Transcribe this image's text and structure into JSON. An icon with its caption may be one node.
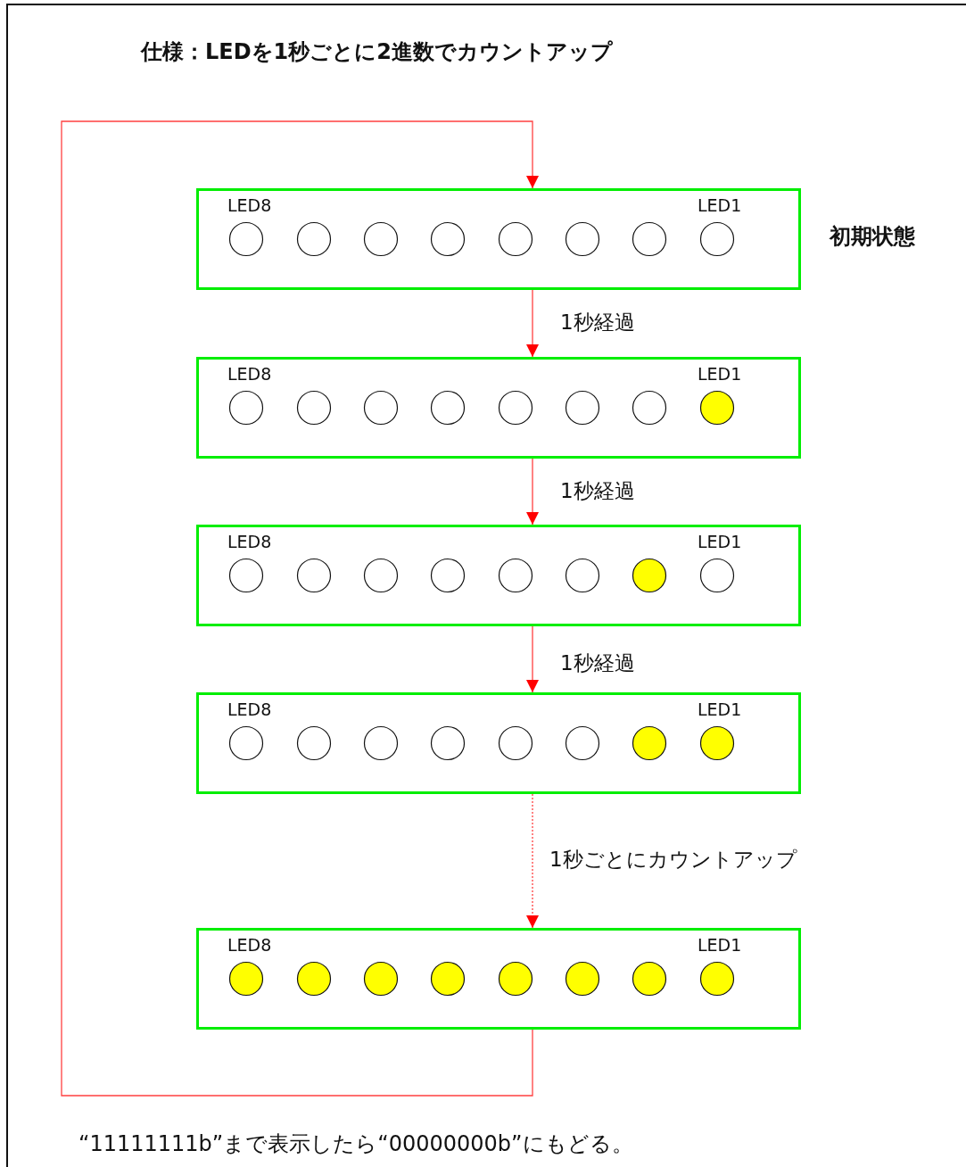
{
  "diagram": {
    "title": "仕様：LEDを1秒ごとに2進数でカウントアップ",
    "nodes": [
      {
        "text": [
          "LED8",
          "LED1"
        ],
        "beside": [
          "初期状態"
        ]
      },
      {
        "text": [
          "LED8",
          "LED1"
        ]
      },
      {
        "text": [
          "LED8",
          "LED1"
        ]
      },
      {
        "text": [
          "LED8",
          "LED1"
        ]
      },
      {
        "text": [
          "LED8",
          "LED1"
        ]
      }
    ],
    "edges": [
      {
        "from": 0,
        "to": 1,
        "arrow": "to",
        "label": "1秒経過"
      },
      {
        "from": 1,
        "to": 2,
        "arrow": "to",
        "label": "1秒経過"
      },
      {
        "from": 2,
        "to": 3,
        "arrow": "to",
        "label": "1秒経過"
      },
      {
        "from": 3,
        "to": 4,
        "arrow": "to",
        "label": "1秒ごとにカウントアップ",
        "style": "dashed"
      },
      {
        "from": 4,
        "to": 0,
        "arrow": "to"
      }
    ],
    "labels": [
      "“11111111b”まで表示したら“00000000b”にもどる。"
    ]
  }
}
